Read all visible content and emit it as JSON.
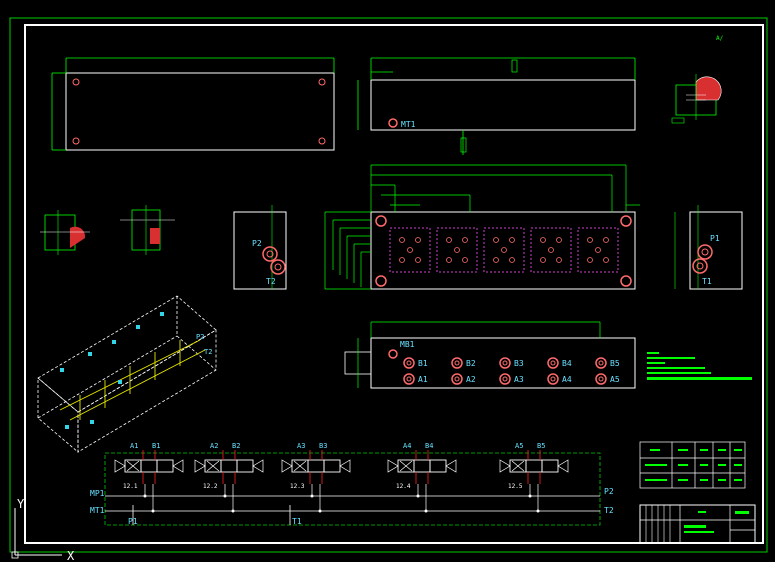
{
  "drawing": {
    "colors": {
      "background": "#000000",
      "frame": "#ffffff",
      "dim": "#00ff00",
      "part": "#ffffff",
      "port": "#ff6b6b",
      "label": "#66e0ff",
      "yellow": "#e6e600",
      "magenta": "#d040d0",
      "red": "#ff2020"
    },
    "top_corner_mark": "A/",
    "view_top": {
      "port_label": "MT1"
    },
    "view_left": {
      "labels": [
        "P2",
        "T2"
      ]
    },
    "view_right": {
      "labels": [
        "P1",
        "T1"
      ]
    },
    "view_front": {
      "mt_label": "MB1",
      "b_ports": [
        "B1",
        "B2",
        "B3",
        "B4",
        "B5"
      ],
      "a_ports": [
        "A1",
        "A2",
        "A3",
        "A4",
        "A5"
      ]
    },
    "iso_labels": [
      "P2",
      "T2"
    ],
    "schematic": {
      "valve_tops": [
        {
          "a": "A1",
          "b": "B1"
        },
        {
          "a": "A2",
          "b": "B2"
        },
        {
          "a": "A3",
          "b": "B3"
        },
        {
          "a": "A4",
          "b": "B4"
        },
        {
          "a": "A5",
          "b": "B5"
        }
      ],
      "valve_ids": [
        "12.1",
        "12.2",
        "12.3",
        "12.4",
        "12.5"
      ],
      "left_labels": [
        "MP1",
        "MT1"
      ],
      "right_labels": [
        "P2",
        "T2"
      ],
      "bottom_labels": [
        "P1",
        "T1"
      ]
    },
    "ucs": {
      "y_label": "Y",
      "x_label": "X"
    }
  }
}
